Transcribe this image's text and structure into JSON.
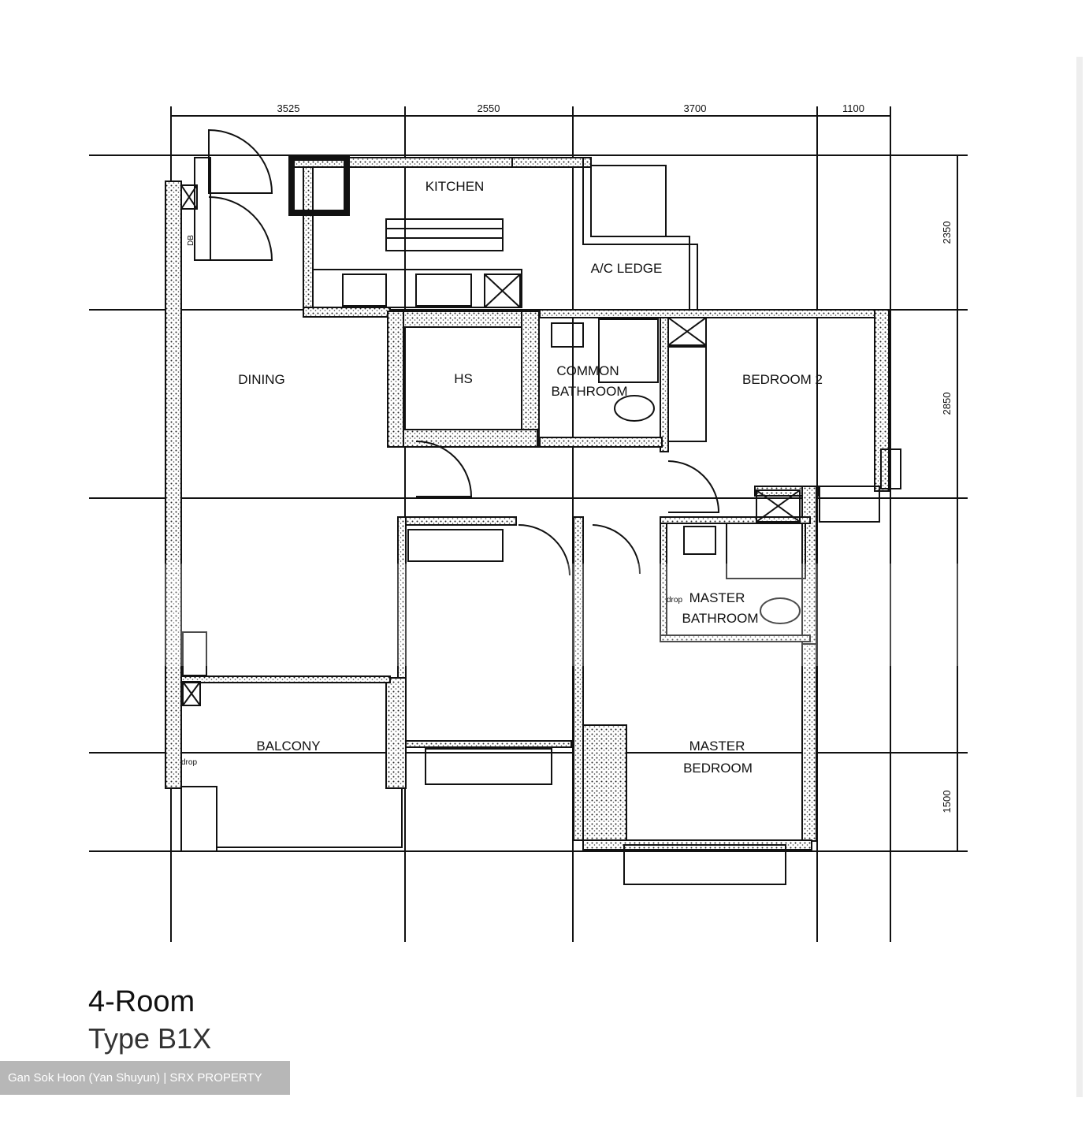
{
  "plan": {
    "title": "4-Room",
    "subtitle": "Type B1X",
    "watermark": "Gan Sok Hoon (Yan Shuyun) | SRX PROPERTY",
    "dimensions_top": [
      "3525",
      "2550",
      "3700",
      "1100"
    ],
    "dimensions_right": [
      "2350",
      "2850",
      "1500"
    ],
    "rooms": {
      "kitchen": "KITCHEN",
      "ac_ledge": "A/C LEDGE",
      "dining": "DINING",
      "hs": "HS",
      "common_bathroom_1": "COMMON",
      "common_bathroom_2": "BATHROOM",
      "bedroom2": "BEDROOM 2",
      "master_bathroom_1": "MASTER",
      "master_bathroom_2": "BATHROOM",
      "balcony": "BALCONY",
      "master_bedroom_1": "MASTER",
      "master_bedroom_2": "BEDROOM"
    },
    "annotations": {
      "db": "DB",
      "drop": "drop"
    }
  }
}
